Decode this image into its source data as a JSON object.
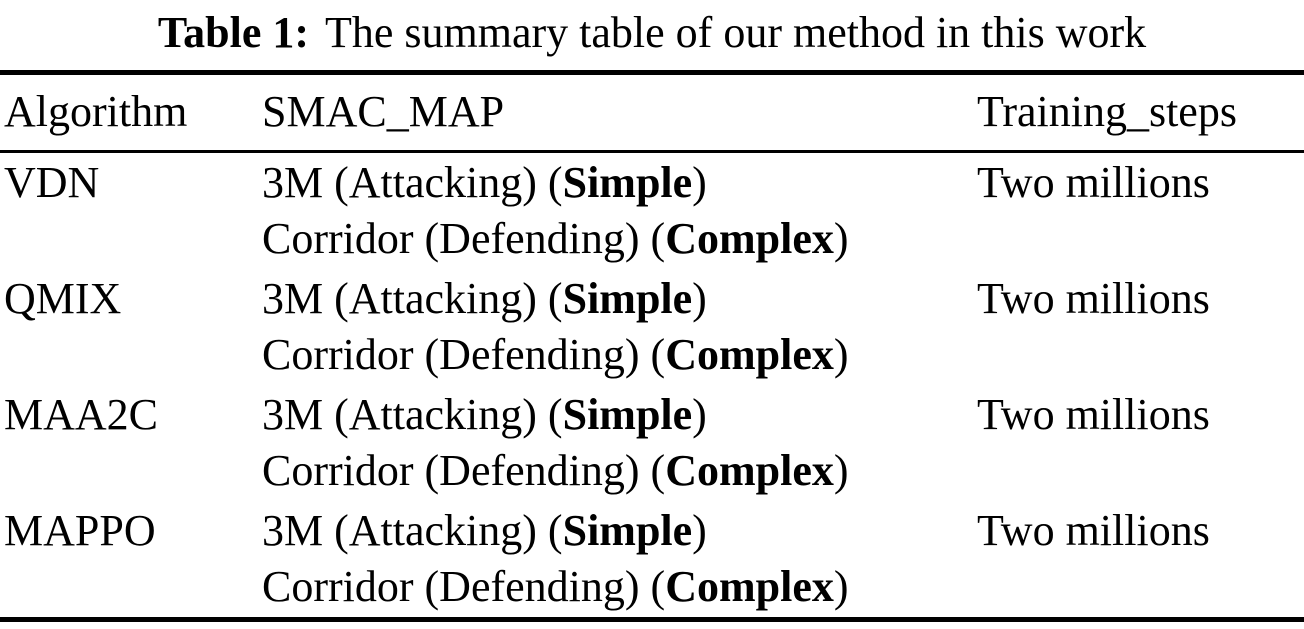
{
  "caption": {
    "label": "Table 1:",
    "text": "The summary table of our method in this work"
  },
  "table": {
    "columns": {
      "algorithm": "Algorithm",
      "smac_map": "SMAC_MAP",
      "training_steps": "Training_steps"
    },
    "rows": [
      {
        "algorithm": "VDN",
        "map": {
          "line1": {
            "pre": "3M (Attacking) (",
            "bold": "Simple",
            "post": ")"
          },
          "line2": {
            "pre": "Corridor (Defending) (",
            "bold": "Complex",
            "post": ")"
          }
        },
        "training_steps": "Two millions"
      },
      {
        "algorithm": "QMIX",
        "map": {
          "line1": {
            "pre": "3M (Attacking) (",
            "bold": "Simple",
            "post": ")"
          },
          "line2": {
            "pre": "Corridor (Defending) (",
            "bold": "Complex",
            "post": ")"
          }
        },
        "training_steps": "Two millions"
      },
      {
        "algorithm": "MAA2C",
        "map": {
          "line1": {
            "pre": "3M (Attacking) (",
            "bold": "Simple",
            "post": ")"
          },
          "line2": {
            "pre": "Corridor (Defending) (",
            "bold": "Complex",
            "post": ")"
          }
        },
        "training_steps": "Two millions"
      },
      {
        "algorithm": "MAPPO",
        "map": {
          "line1": {
            "pre": "3M (Attacking) (",
            "bold": "Simple",
            "post": ")"
          },
          "line2": {
            "pre": "Corridor (Defending) (",
            "bold": "Complex",
            "post": ")"
          }
        },
        "training_steps": "Two millions"
      }
    ]
  },
  "colors": {
    "text": "#000000",
    "background": "#ffffff",
    "rule": "#000000"
  }
}
